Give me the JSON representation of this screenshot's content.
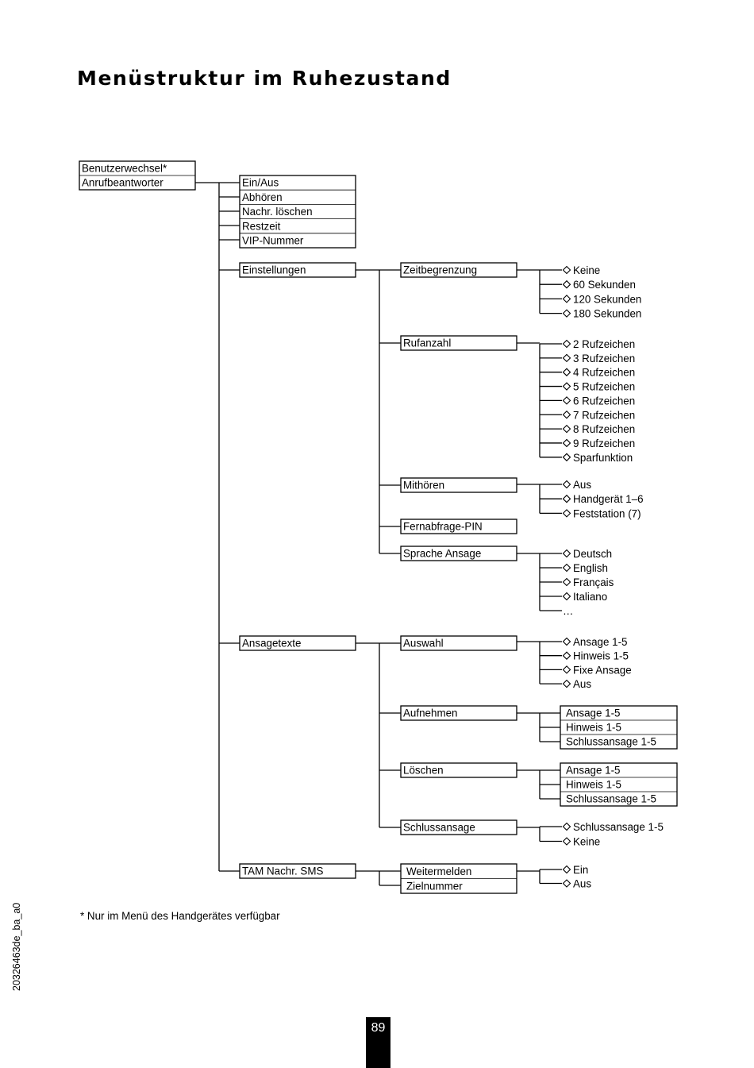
{
  "title": "Menüstruktur im Ruhezustand",
  "footnote": "* Nur im Menü des Handgerätes verfügbar",
  "doc_code": "20326463de_ba_a0",
  "page_number": "89",
  "menu": {
    "benutzerwechsel": "Benutzerwechsel*",
    "anrufbeantworter": "Anrufbeantworter",
    "ein_aus": "Ein/Aus",
    "abhoeren": "Abhören",
    "nachr_loeschen": "Nachr. löschen",
    "restzeit": "Restzeit",
    "vip_nummer": "VIP-Nummer",
    "einstellungen": {
      "label": "Einstellungen",
      "zeitbegrenzung": {
        "label": "Zeitbegrenzung",
        "options": [
          "Keine",
          "60 Sekunden",
          "120 Sekunden",
          "180 Sekunden"
        ]
      },
      "rufanzahl": {
        "label": "Rufanzahl",
        "options": [
          "2 Rufzeichen",
          "3 Rufzeichen",
          "4 Rufzeichen",
          "5 Rufzeichen",
          "6 Rufzeichen",
          "7 Rufzeichen",
          "8 Rufzeichen",
          "9 Rufzeichen",
          "Sparfunktion"
        ]
      },
      "mithoeren": {
        "label": "Mithören",
        "options": [
          "Aus",
          "Handgerät 1–6",
          "Feststation (7)"
        ]
      },
      "fernabfrage_pin": {
        "label": "Fernabfrage-PIN"
      },
      "sprache_ansage": {
        "label": "Sprache Ansage",
        "options": [
          "Deutsch",
          "English",
          "Français",
          "Italiano"
        ],
        "more": "…"
      }
    },
    "ansagetexte": {
      "label": "Ansagetexte",
      "auswahl": {
        "label": "Auswahl",
        "options": [
          "Ansage 1-5",
          "Hinweis 1-5",
          "Fixe Ansage",
          "Aus"
        ]
      },
      "aufnehmen": {
        "label": "Aufnehmen",
        "items": [
          "Ansage 1-5",
          "Hinweis 1-5",
          "Schlussansage 1-5"
        ]
      },
      "loeschen": {
        "label": "Löschen",
        "items": [
          "Ansage 1-5",
          "Hinweis 1-5",
          "Schlussansage 1-5"
        ]
      },
      "schlussansage": {
        "label": "Schlussansage",
        "options": [
          "Schlussansage 1-5",
          "Keine"
        ]
      }
    },
    "tam_nachr_sms": {
      "label": "TAM Nachr. SMS",
      "weitermelden": "Weitermelden",
      "zielnummer": "Zielnummer",
      "options": [
        "Ein",
        "Aus"
      ]
    }
  }
}
